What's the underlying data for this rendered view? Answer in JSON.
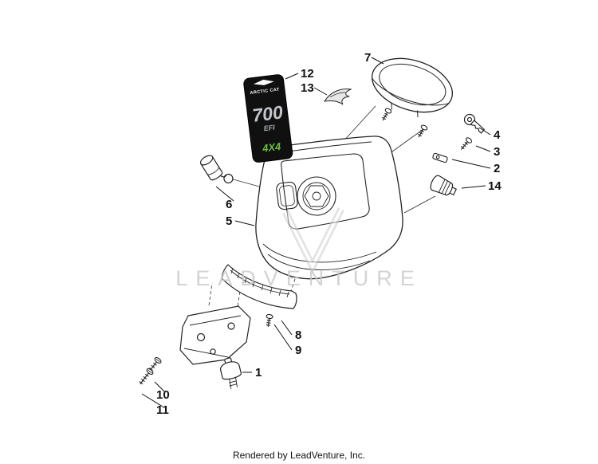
{
  "diagram": {
    "watermark": "LEADVENTURE",
    "footer": "Rendered by LeadVenture, Inc.",
    "decal": {
      "brand": "ARCTIC CAT",
      "model": "700",
      "engine": "EFI",
      "badge": "4X4"
    },
    "colors": {
      "decal_green": "#6abf45",
      "watermark_gray": "#c9c9c9"
    },
    "callouts": [
      {
        "label": "1"
      },
      {
        "label": "2"
      },
      {
        "label": "3"
      },
      {
        "label": "4"
      },
      {
        "label": "5"
      },
      {
        "label": "6"
      },
      {
        "label": "7"
      },
      {
        "label": "8"
      },
      {
        "label": "9"
      },
      {
        "label": "10"
      },
      {
        "label": "11"
      },
      {
        "label": "12"
      },
      {
        "label": "13"
      },
      {
        "label": "14"
      }
    ]
  }
}
